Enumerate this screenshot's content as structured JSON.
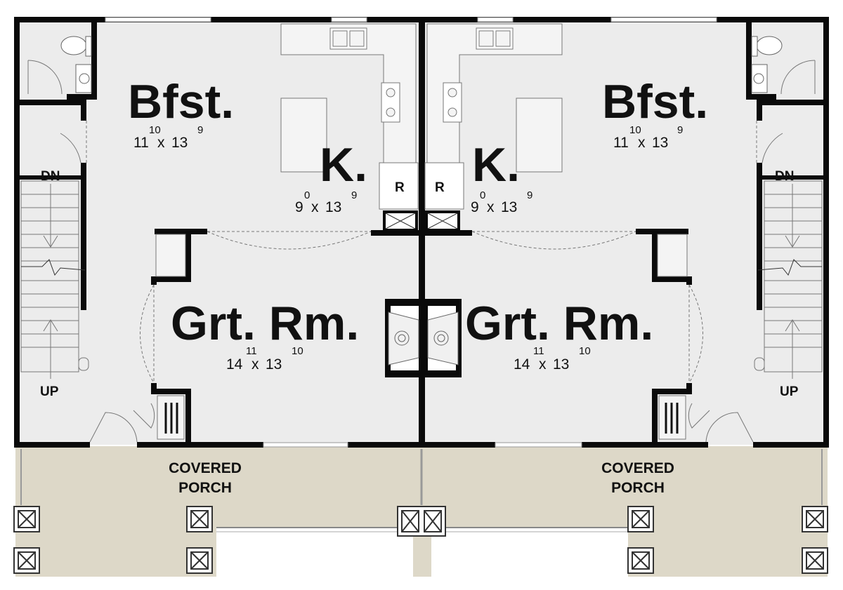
{
  "plan": {
    "left_unit": {
      "breakfast": {
        "name": "Bfst.",
        "w": "11",
        "w_sup": "10",
        "h": "13",
        "h_sup": "9"
      },
      "kitchen": {
        "name": "K.",
        "w": "9",
        "w_sup": "0",
        "h": "13",
        "h_sup": "9"
      },
      "refrigerator": "R",
      "great_room": {
        "name": "Grt. Rm.",
        "w": "14",
        "w_sup": "11",
        "h": "13",
        "h_sup": "10"
      },
      "stair_down": "DN",
      "stair_up": "UP",
      "porch_line1": "COVERED",
      "porch_line2": "PORCH"
    },
    "right_unit": {
      "breakfast": {
        "name": "Bfst.",
        "w": "11",
        "w_sup": "10",
        "h": "13",
        "h_sup": "9"
      },
      "kitchen": {
        "name": "K.",
        "w": "9",
        "w_sup": "0",
        "h": "13",
        "h_sup": "9"
      },
      "refrigerator": "R",
      "great_room": {
        "name": "Grt. Rm.",
        "w": "14",
        "w_sup": "11",
        "h": "13",
        "h_sup": "10"
      },
      "stair_down": "DN",
      "stair_up": "UP",
      "porch_line1": "COVERED",
      "porch_line2": "PORCH"
    },
    "dimension_separator": "x",
    "colors": {
      "floor": "#ececec",
      "porch": "#ddd8c8",
      "wall": "#0a0a0a",
      "line": "#777777"
    }
  }
}
